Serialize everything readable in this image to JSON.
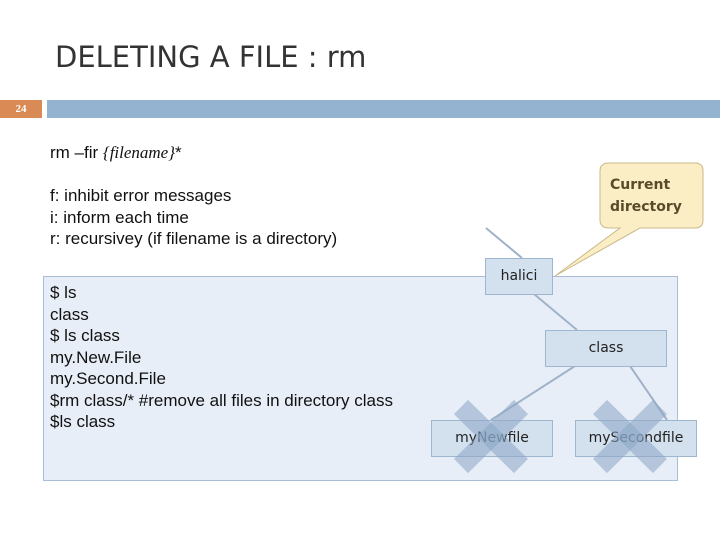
{
  "slide": {
    "title": "DELETING A FILE : rm",
    "number": "24"
  },
  "command": {
    "prefix": "rm –fir ",
    "arg": "{filename}",
    "suffix": "*"
  },
  "options": [
    "f:  inhibit error messages",
    "i: inform each time",
    "r: recursivey (if filename is a directory)"
  ],
  "shell_lines": [
    "$ ls",
    "class",
    "$ ls class",
    "my.New.File",
    "my.Second.File",
    "$rm class/* #remove all files in directory class",
    "$ls class"
  ],
  "tree": {
    "root": "halici",
    "dir": "class",
    "file1": "myNewfile",
    "file2": "mySecondfile",
    "deleted": [
      "myNewfile",
      "mySecondfile"
    ]
  },
  "callout": {
    "line1": "Current",
    "line2": "directory"
  },
  "colors": {
    "accent_orange": "#d98a55",
    "bar_blue": "#94b3d1",
    "callout": "#fbeec4"
  }
}
